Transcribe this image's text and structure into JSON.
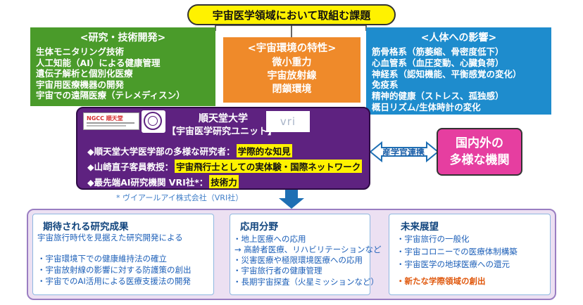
{
  "title": "宇宙医学領域において取組む課題",
  "research": {
    "header": "<研究・技術開発>",
    "items": [
      "生体モニタリング技術",
      "人工知能（AI）による健康管理",
      "遺伝子解析と個別化医療",
      "宇宙用医療機器の開発",
      "宇宙での遠隔医療（テレメディスン）"
    ]
  },
  "environment": {
    "header": "<宇宙環境の特性>",
    "items": [
      "微小重力",
      "宇宙放射線",
      "閉鎖環境"
    ]
  },
  "body_impact": {
    "header": "<人体への影響>",
    "items": [
      "筋骨格系（筋萎縮、骨密度低下）",
      "心血管系（血圧変動、心臓負荷）",
      "神経系（認知機能、平衡感覚の変化）",
      "免疫系",
      "精神的健康（ストレス、孤独感）",
      "概日リズム/生体時計の変化"
    ]
  },
  "unit": {
    "logo_ngcc": "NGCC 順天堂",
    "logo_vri": "vri",
    "university": "順天堂大学",
    "unit_name": "【宇宙医学研究ユニット】",
    "rows": [
      {
        "label": "◆順天堂大学医学部の多様な研究者：",
        "highlight": "学際的な知見"
      },
      {
        "label": "◆山崎直子客員教授：",
        "highlight": "宇宙飛行士としての実体験・国際ネットワーク"
      },
      {
        "label": "◆最先端AI研究機関 VRI社*：",
        "highlight": "技術力"
      }
    ],
    "note": "* ヴイアールアイ株式会社（VRI社）"
  },
  "collaboration": "産学官連携",
  "institutions": {
    "line1": "国内外の",
    "line2": "多様な機関"
  },
  "outcomes": {
    "header": "期待される研究成果",
    "lead": "宇宙旅行時代を見据えた研究開発による",
    "items": [
      "宇宙環境下での健康維持法の確立",
      "宇宙放射線の影響に対する防護策の創出",
      "宇宙でのAI活用による医療支援法の開発"
    ]
  },
  "applications": {
    "header": "応用分野",
    "items": [
      "地上医療への応用",
      "→ 高齢者医療、リハビリテーションなど",
      "災害医療や極限環境医療への応用",
      "宇宙旅行者の健康管理",
      "長期宇宙探査（火星ミッションなど）"
    ]
  },
  "future": {
    "header": "未来展望",
    "items": [
      "宇宙旅行の一般化",
      "宇宙コロニーでの医療体制構築",
      "宇宙医学の地球医療への還元"
    ],
    "highlight": "新たな学際領域の創出"
  },
  "colors": {
    "title_bg": "#fff200",
    "research_bg": "#4a9b2a",
    "environment_bg": "#ef8a2a",
    "body_bg": "#1e8ccd",
    "unit_bg": "#5e2280",
    "institution_bg": "#e63ea0",
    "arrow": "#1e6fb4"
  }
}
